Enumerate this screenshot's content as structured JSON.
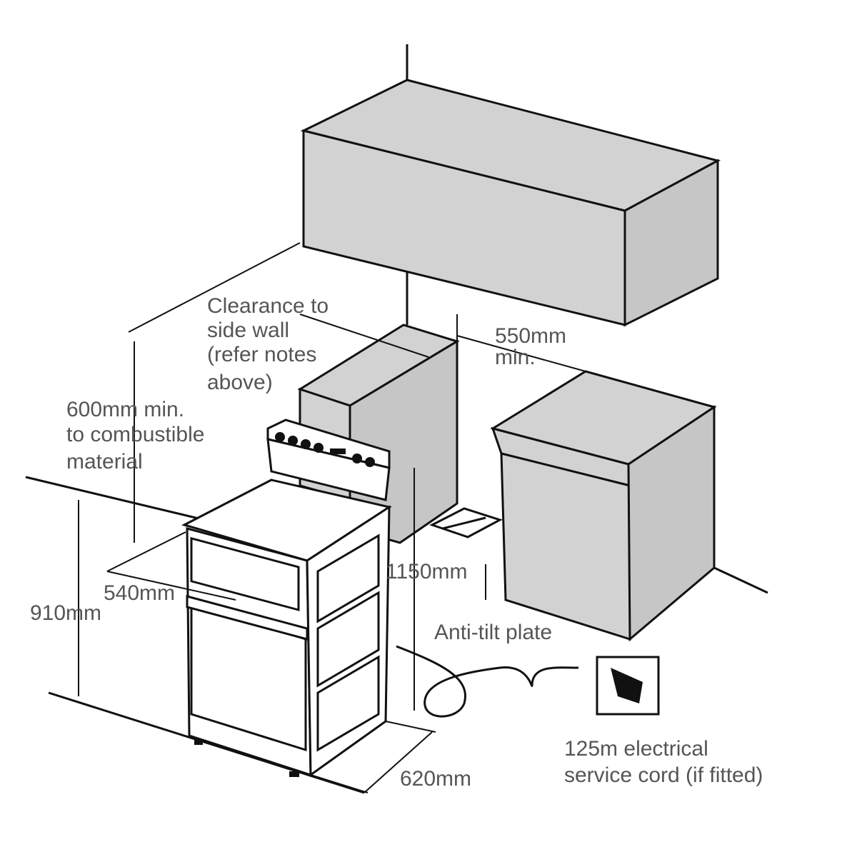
{
  "labels": {
    "clearance": [
      "Clearance to",
      "side wall",
      "(refer notes",
      "above)"
    ],
    "top_clearance": [
      "550mm",
      "min."
    ],
    "combustible": [
      "600mm min.",
      "to combustible",
      "material"
    ],
    "depth": "540mm",
    "height": "910mm",
    "bench_height": "1150mm",
    "anti_tilt": "Anti-tilt plate",
    "cord": [
      "125m electrical",
      "service cord (if fitted)"
    ],
    "width": "620mm"
  },
  "colors": {
    "cabinet_fill": "#d2d2d2",
    "line": "#111111",
    "text": "#555555"
  }
}
